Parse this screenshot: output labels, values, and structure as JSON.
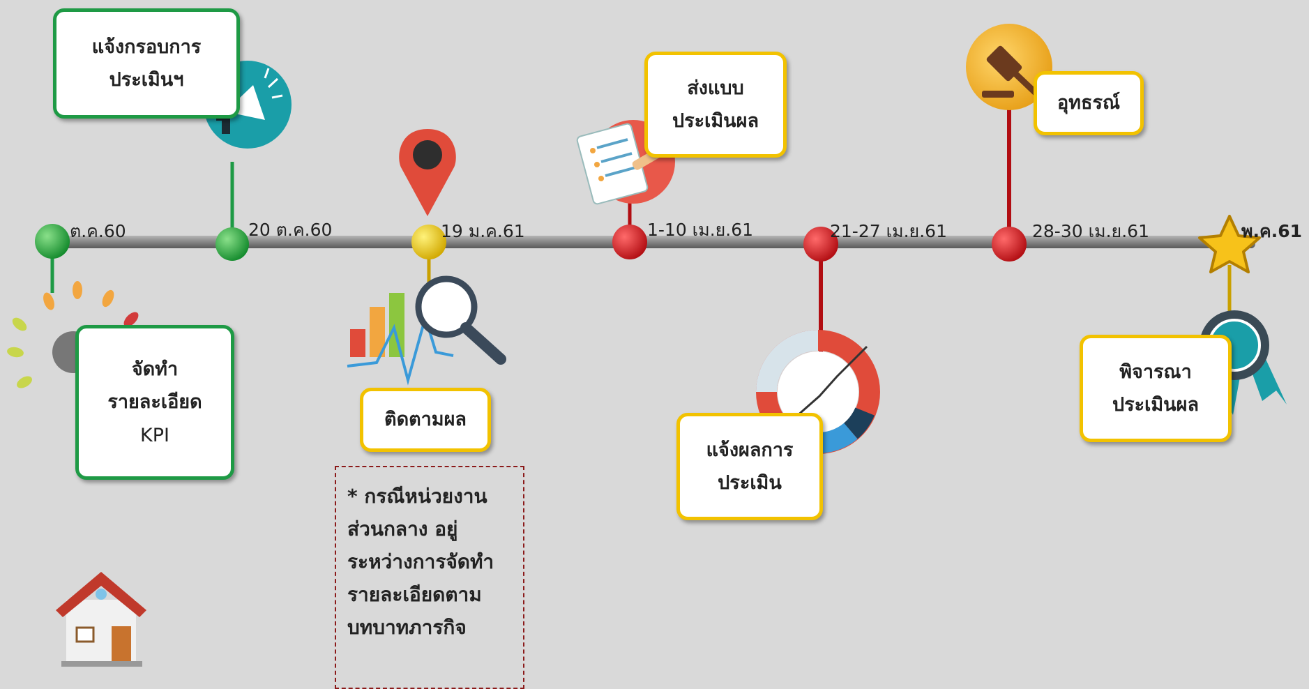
{
  "timeline": {
    "milestones": [
      {
        "date": "ต.ค.60",
        "label_lines": [
          "จัดทำ",
          "รายละเอียด",
          "KPI"
        ],
        "icon": "pie-chart-icon",
        "color": "#1e9a45"
      },
      {
        "date": "20 ต.ค.60",
        "label_lines": [
          "แจ้งกรอบการ",
          "ประเมินฯ"
        ],
        "icon": "megaphone-icon",
        "color": "#1e9a45"
      },
      {
        "date": "19 ม.ค.61",
        "label_lines": [
          "ติดตามผล"
        ],
        "icon": "magnifier-chart-icon",
        "color": "#f2c200"
      },
      {
        "date": "1-10 เม.ย.61",
        "label_lines": [
          "ส่งแบบ",
          "ประเมินผล"
        ],
        "icon": "checklist-icon",
        "color": "#d0141b"
      },
      {
        "date": "21-27 เม.ย.61",
        "label_lines": [
          "แจ้งผลการ",
          "ประเมิน"
        ],
        "icon": "donut-chart-icon",
        "color": "#d0141b"
      },
      {
        "date": "28-30 เม.ย.61",
        "label_lines": [
          "อุทธรณ์"
        ],
        "icon": "gavel-icon",
        "color": "#d0141b"
      },
      {
        "date": "พ.ค.61",
        "label_lines": [
          "พิจารณา",
          "ประเมินผล"
        ],
        "icon": "award-icon",
        "color": "#f2c200"
      }
    ]
  },
  "note": {
    "lines": [
      "* กรณีหน่วยงาน",
      "ส่วนกลาง อยู่",
      "ระหว่างการจัดทำ",
      "รายละเอียดตาม",
      "บทบาทภารกิจ"
    ],
    "border_color": "#8b1a1a"
  },
  "home": {
    "icon": "home-icon"
  }
}
